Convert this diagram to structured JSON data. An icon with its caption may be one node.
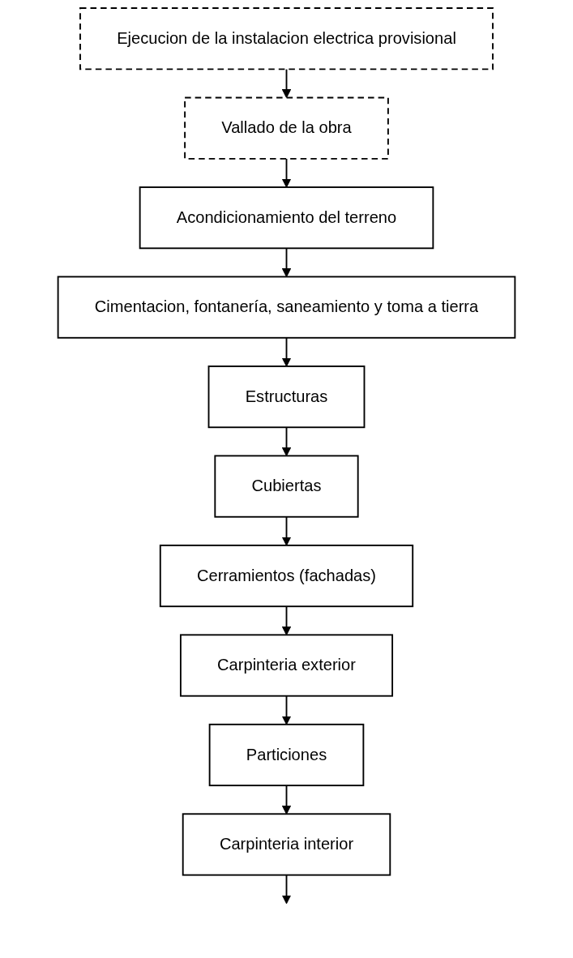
{
  "diagram": {
    "nodes": [
      {
        "text": [
          "Ejecucion de la instalacion electrica provisional"
        ]
      },
      {
        "text": [
          "Vallado de la obra"
        ]
      },
      {
        "text": [
          "Acondicionamiento del terreno"
        ]
      },
      {
        "text": [
          "Cimentacion, fontanería, saneamiento y toma a tierra"
        ]
      },
      {
        "text": [
          "Estructuras"
        ]
      },
      {
        "text": [
          "Cubiertas"
        ]
      },
      {
        "text": [
          "Cerramientos (fachadas)"
        ]
      },
      {
        "text": [
          "Carpinteria exterior"
        ]
      },
      {
        "text": [
          "Particiones"
        ]
      },
      {
        "text": [
          "Carpinteria interior"
        ]
      }
    ],
    "edges": [
      {
        "from": 0,
        "to": 1,
        "arrow": "to"
      },
      {
        "from": 1,
        "to": 2,
        "arrow": "to"
      },
      {
        "from": 2,
        "to": 3,
        "arrow": "to"
      },
      {
        "from": 3,
        "to": 4,
        "arrow": "to"
      },
      {
        "from": 4,
        "to": 5,
        "arrow": "to"
      },
      {
        "from": 5,
        "to": 6,
        "arrow": "to"
      },
      {
        "from": 6,
        "to": 7,
        "arrow": "to"
      },
      {
        "from": 7,
        "to": 8,
        "arrow": "to"
      },
      {
        "from": 8,
        "to": 9,
        "arrow": "to"
      },
      {
        "from": 9,
        "to": null,
        "arrow": "to"
      }
    ]
  }
}
